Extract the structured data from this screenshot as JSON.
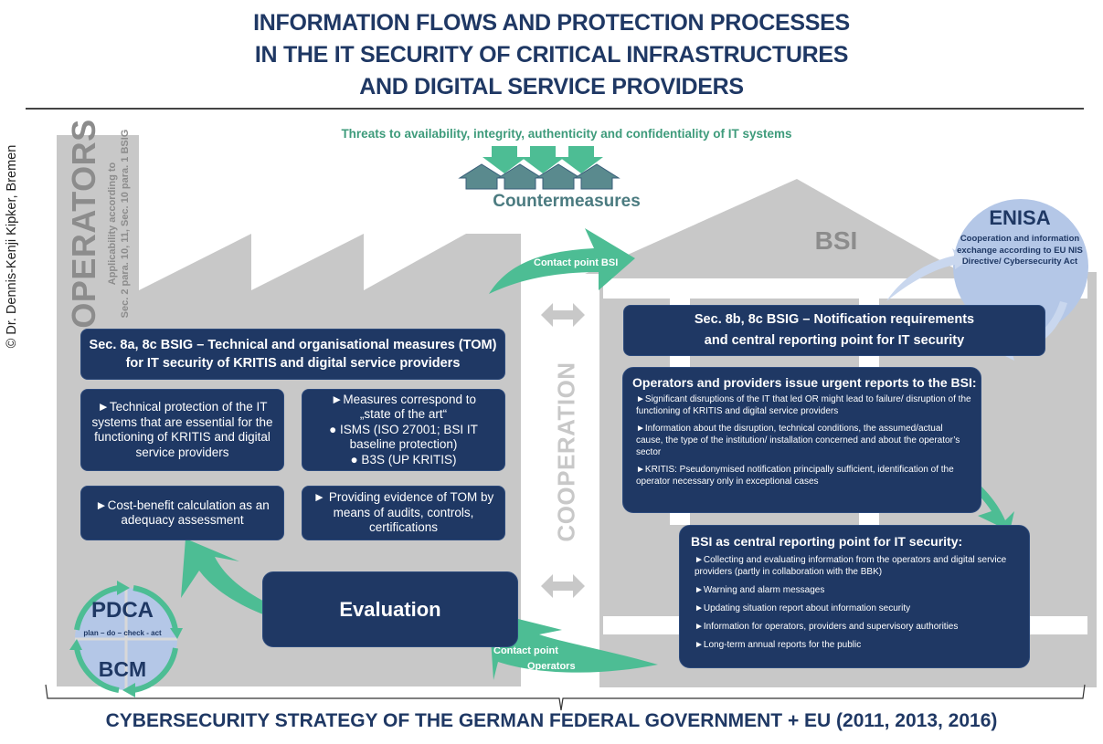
{
  "title": {
    "lines": [
      "INFORMATION FLOWS AND PROTECTION PROCESSES",
      "IN THE IT SECURITY OF CRITICAL INFRASTRUCTURES",
      "AND DIGITAL SERVICE PROVIDERS"
    ]
  },
  "copyright": "© Dr. Dennis-Kenji Kipker, Bremen",
  "operators": {
    "title": "OPERATORS",
    "subtitle_lines": [
      "Applicability according to",
      "Sec. 2 para. 10,  11, Sec. 10 para. 1 BSIG"
    ]
  },
  "threats": {
    "text": "Threats to availability, integrity, authenticity and confidentiality of IT systems",
    "countermeasures": "Countermeasures"
  },
  "bsi": {
    "label": "BSI"
  },
  "cooperation": "COOPERATION",
  "enisa": {
    "title": "ENISA",
    "text": "Cooperation and information exchange according to EU NIS Directive/ Cybersecurity Act"
  },
  "arrows": {
    "contact_bsi": "Contact point BSI",
    "contact_operators_line1": "Contact point",
    "contact_operators_line2": "Operators"
  },
  "tom": {
    "header": "Sec. 8a, 8c BSIG – Technical and organisational measures (TOM) for IT security of KRITIS and digital service providers",
    "boxes": [
      {
        "text": "►Technical protection of the IT systems that are essential for the functioning of KRITIS and digital service providers"
      },
      {
        "lines": [
          "►Measures correspond to",
          "„state of the art“",
          "● ISMS (ISO 27001; BSI IT baseline protection)",
          "● B3S (UP KRITIS)"
        ]
      },
      {
        "text": "►Cost-benefit calculation as an adequacy assessment"
      },
      {
        "text": "► Providing evidence of TOM by means of audits, controls, certifications"
      }
    ]
  },
  "evaluation": "Evaluation",
  "notification": {
    "line1": "Sec. 8b, 8c BSIG – Notification requirements",
    "line2": "and central reporting point for IT security"
  },
  "urgent": {
    "title": "Operators and providers issue urgent reports to the BSI:",
    "items": [
      "►Significant disruptions of the IT that led OR might lead to failure/ disruption of the functioning of KRITIS and digital service providers",
      "►Information about the disruption, technical conditions, the assumed/actual cause, the type of the institution/ installation concerned and about the operator’s sector",
      "►KRITIS: Pseudonymised notification principally sufficient, identification of the operator necessary only in exceptional cases"
    ]
  },
  "central": {
    "title": "BSI as central reporting point for IT security:",
    "items": [
      "►Collecting and evaluating information from the operators and digital service providers (partly in collaboration with the BBK)",
      "►Warning and alarm messages",
      "►Updating situation report about information security",
      "►Information for operators, providers and supervisory authorities",
      "►Long-term annual reports for the public"
    ]
  },
  "cycle": {
    "pdca": "PDCA",
    "pdca_sub": "plan – do – check - act",
    "bcm": "BCM"
  },
  "footer": "CYBERSECURITY STRATEGY OF THE GERMAN FEDERAL GOVERNMENT + EU (2011, 2013, 2016)",
  "colors": {
    "navy": "#1f3864",
    "green": "#4dbd94",
    "grey": "#c8c8c8",
    "light_blue": "#b4c7e7",
    "teal": "#4b7b80"
  }
}
